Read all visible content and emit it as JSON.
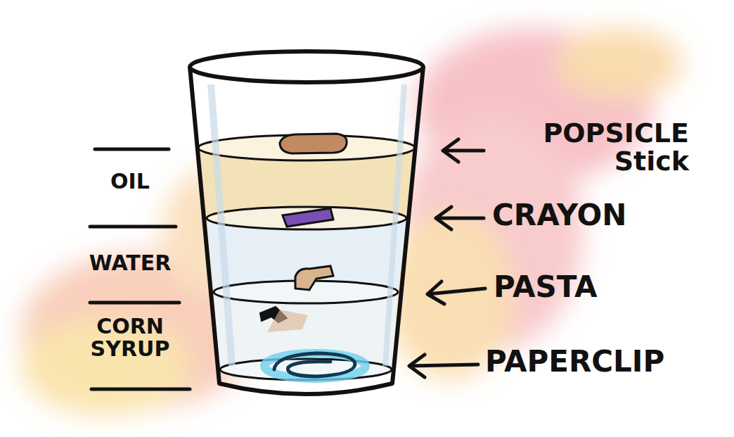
{
  "diagram": {
    "labels": [
      "OIL",
      "WATER",
      "CORN SYRUP",
      "POPSICLE Stick",
      "CRAYON",
      "PASTA",
      "PAPERCLIP"
    ]
  }
}
